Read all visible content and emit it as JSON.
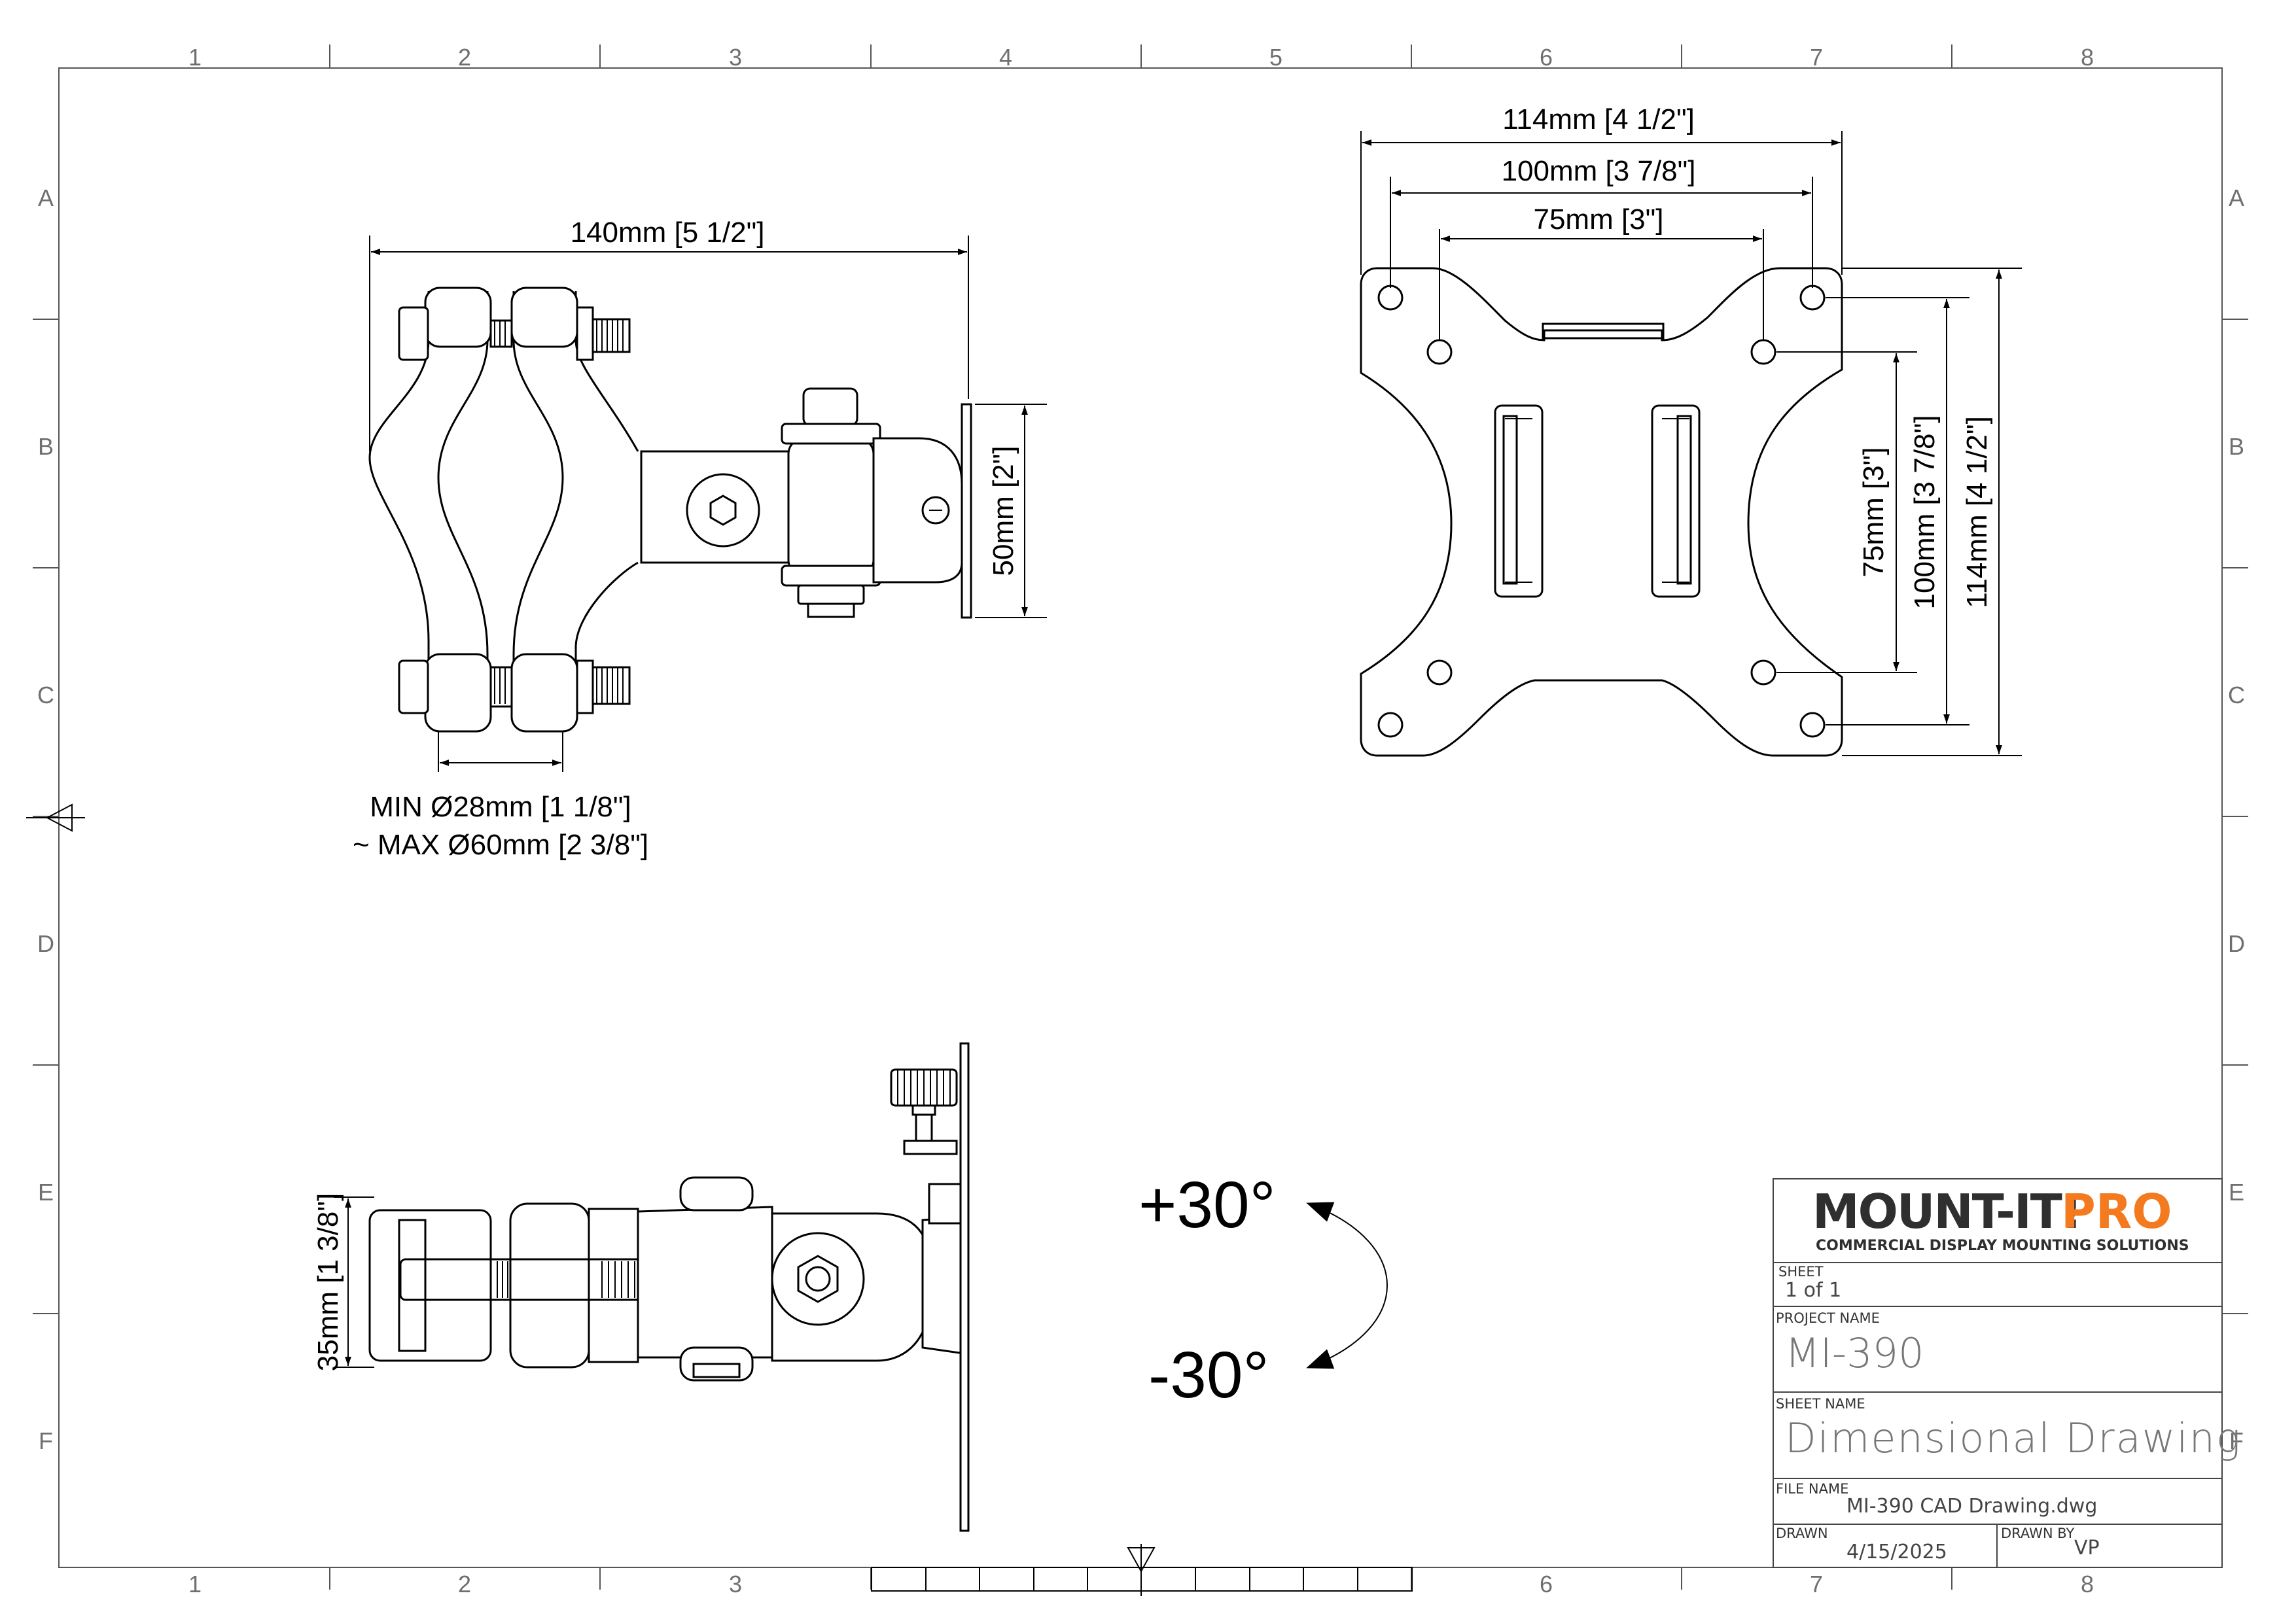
{
  "grid": {
    "columns": [
      "1",
      "2",
      "3",
      "4",
      "5",
      "6",
      "7",
      "8"
    ],
    "rows": [
      "A",
      "B",
      "C",
      "D",
      "E",
      "F"
    ]
  },
  "views": {
    "side": {
      "width_dim": "140mm [5 1/2\"]",
      "plate_dim": "50mm [2\"]",
      "clamp_note_min": "MIN Ø28mm [1 1/8\"]",
      "clamp_note_max": "~ MAX Ø60mm [2 3/8\"]"
    },
    "vesa": {
      "dim_114_h": "114mm [4 1/2\"]",
      "dim_100_h": "100mm [3 7/8\"]",
      "dim_75_h": "75mm [3\"]",
      "dim_75_v": "75mm [3\"]",
      "dim_100_v": "100mm [3 7/8\"]",
      "dim_114_v": "114mm [4 1/2\"]"
    },
    "top": {
      "height_dim": "35mm [1 3/8\"]"
    },
    "tilt": {
      "plus": "+30°",
      "minus": "-30°"
    }
  },
  "title_block": {
    "brand_name": "MOUNT-IT!",
    "brand_suffix": "PRO",
    "brand_tagline": "COMMERCIAL DISPLAY MOUNTING SOLUTIONS",
    "brand_color": "#f47a20",
    "sheet_label": "SHEET",
    "sheet_value": "1 of 1",
    "project_label": "PROJECT NAME",
    "project_value": "MI-390",
    "sheet_name_label": "SHEET NAME",
    "sheet_name_value": "Dimensional Drawing",
    "file_label": "FILE NAME",
    "file_value": "MI-390 CAD Drawing.dwg",
    "drawn_label": "DRAWN",
    "drawn_value": "4/15/2025",
    "drawn_by_label": "DRAWN BY",
    "drawn_by_value": "VP"
  }
}
